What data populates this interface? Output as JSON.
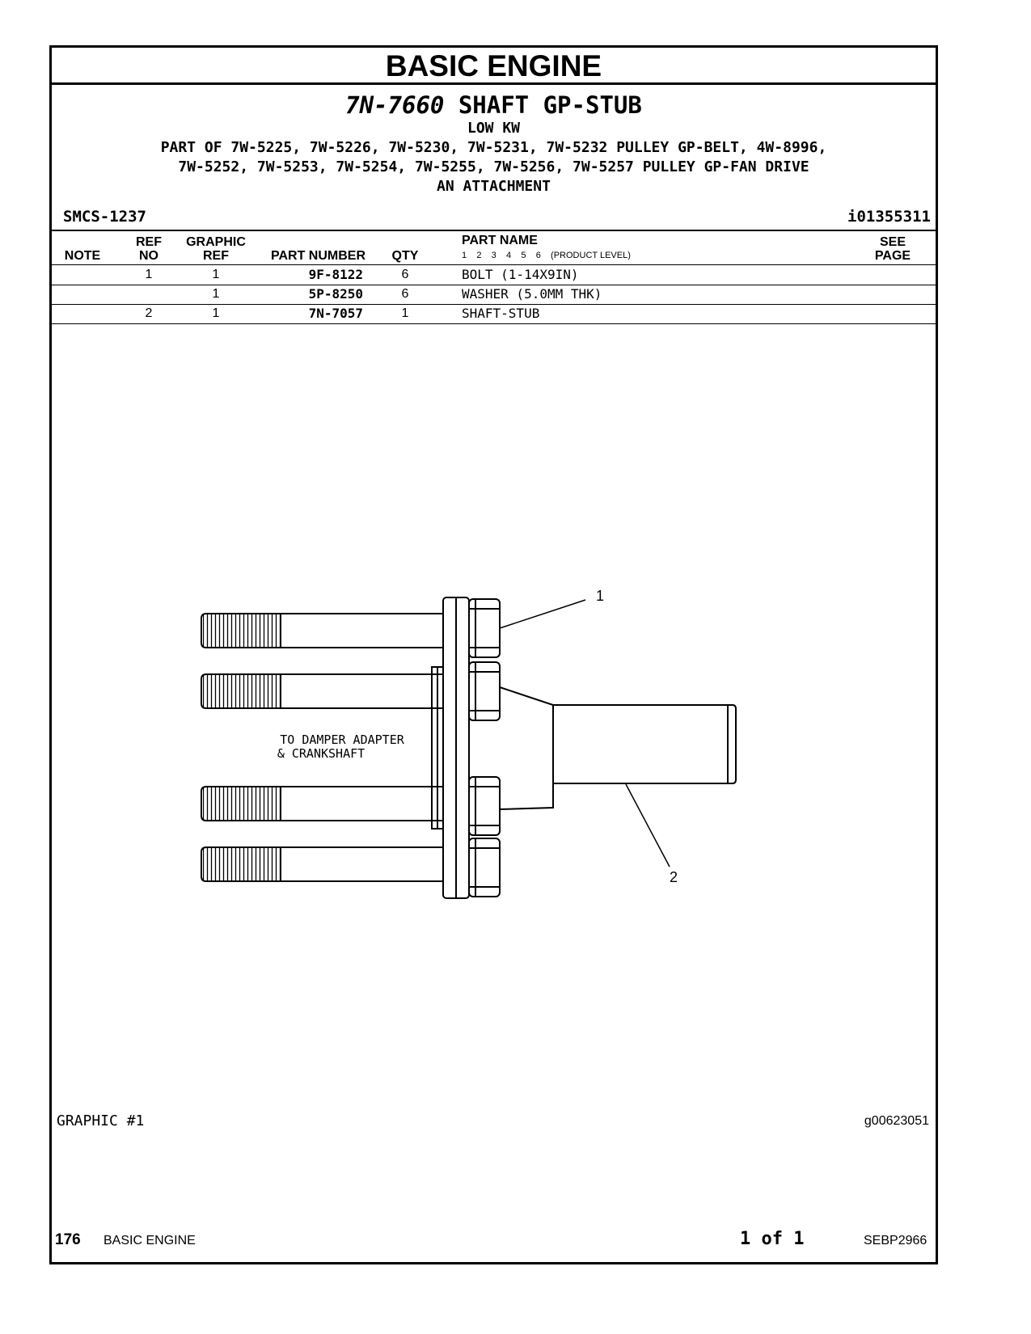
{
  "section_title": "BASIC ENGINE",
  "heading": {
    "part_number": "7N-7660",
    "part_name": "SHAFT GP-STUB",
    "lines": [
      "LOW KW",
      "PART OF 7W-5225, 7W-5226, 7W-5230, 7W-5231, 7W-5232 PULLEY GP-BELT, 4W-8996,",
      "7W-5252, 7W-5253, 7W-5254, 7W-5255, 7W-5256, 7W-5257 PULLEY GP-FAN DRIVE",
      "AN ATTACHMENT"
    ]
  },
  "smcs": "SMCS-1237",
  "illustration_id": "i01355311",
  "columns": {
    "note": "NOTE",
    "ref_no": [
      "REF",
      "NO"
    ],
    "graphic_ref": [
      "GRAPHIC",
      "REF"
    ],
    "part_number": "PART NUMBER",
    "qty": "QTY",
    "part_name": "PART NAME",
    "product_levels": "1    2    3    4    5    6    (PRODUCT LEVEL)",
    "see_page": [
      "SEE",
      "PAGE"
    ]
  },
  "rows": [
    {
      "note": "",
      "ref_no": "1",
      "graphic_ref": "1",
      "part_number": "9F-8122",
      "qty": "6",
      "part_name": "BOLT (1-14X9IN)",
      "see_page": ""
    },
    {
      "note": "",
      "ref_no": "",
      "graphic_ref": "1",
      "part_number": "5P-8250",
      "qty": "6",
      "part_name": "WASHER (5.0MM THK)",
      "see_page": ""
    },
    {
      "note": "",
      "ref_no": "2",
      "graphic_ref": "1",
      "part_number": "7N-7057",
      "qty": "1",
      "part_name": "SHAFT-STUB",
      "see_page": ""
    }
  ],
  "drawing": {
    "callouts": [
      "1",
      "2"
    ],
    "annotation": [
      "TO DAMPER ADAPTER",
      "& CRANKSHAFT"
    ]
  },
  "graphic_label": "GRAPHIC #1",
  "graphic_id": "g00623051",
  "footer": {
    "page_number": "176",
    "section": "BASIC ENGINE",
    "page_count": "1 of 1",
    "doc_number": "SEBP2966"
  }
}
